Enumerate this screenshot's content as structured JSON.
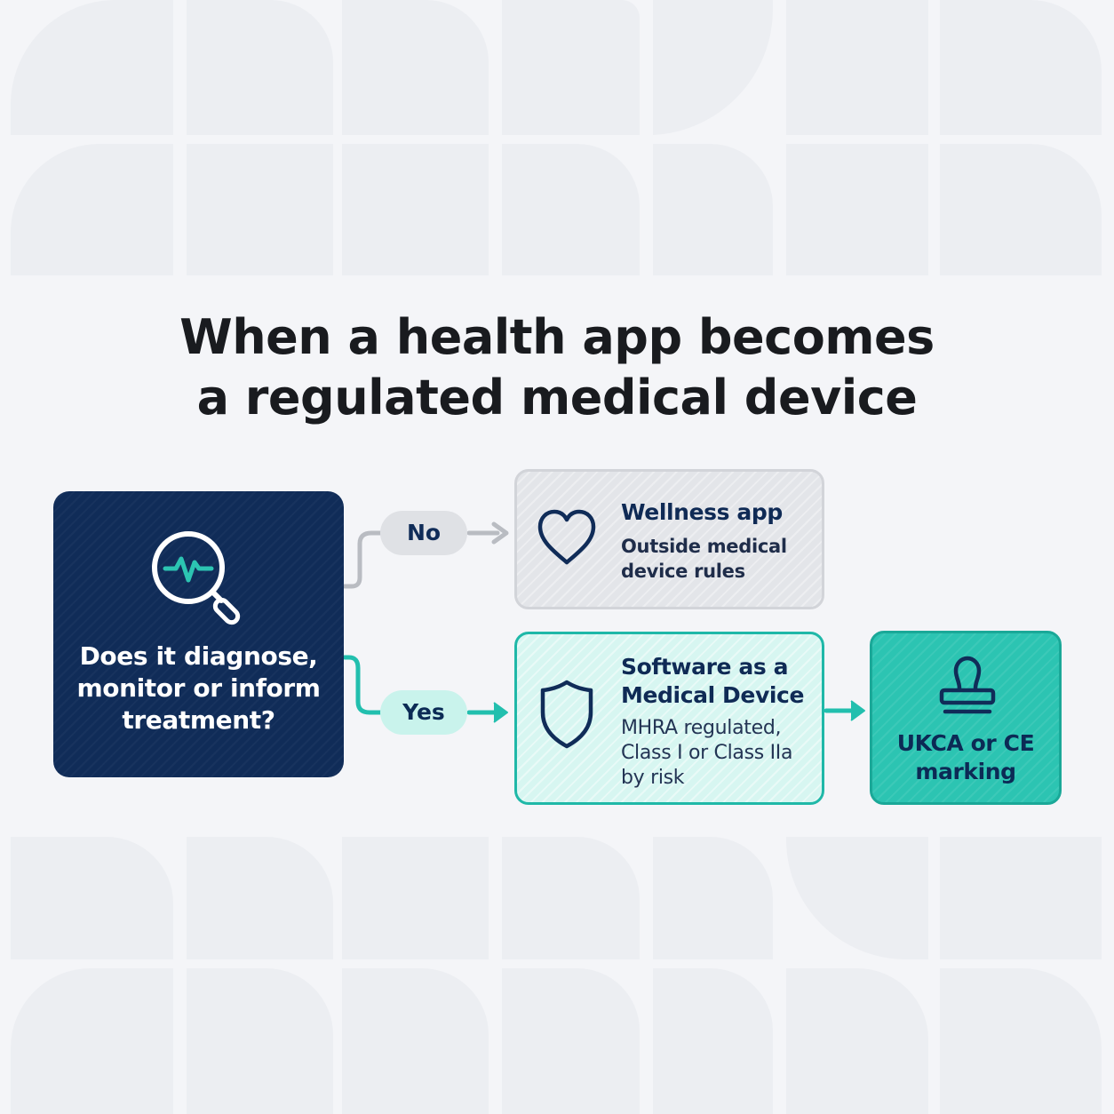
{
  "title": {
    "line1": "When a health app becomes",
    "line2": "a regulated medical device"
  },
  "question": {
    "icon": "magnifier-heartbeat-icon",
    "lines": [
      "Does it diagnose,",
      "monitor or inform",
      "treatment?"
    ]
  },
  "branches": {
    "no_label": "No",
    "yes_label": "Yes"
  },
  "wellness": {
    "icon": "heart-icon",
    "title": "Wellness app",
    "body": [
      "Outside medical",
      "device rules"
    ]
  },
  "samd": {
    "icon": "shield-icon",
    "title": [
      "Software as a",
      "Medical Device"
    ],
    "body": [
      "MHRA regulated,",
      "Class I or Class IIa",
      "by risk"
    ]
  },
  "marking": {
    "icon": "stamp-icon",
    "lines": [
      "UKCA or CE",
      "marking"
    ]
  },
  "colors": {
    "navy": "#102c58",
    "teal": "#2cc4b2",
    "teal_border": "#1fb8a8",
    "grey_box": "#e3e5e9",
    "connector_grey": "#b9bcc2",
    "connector_teal": "#22bfae"
  }
}
